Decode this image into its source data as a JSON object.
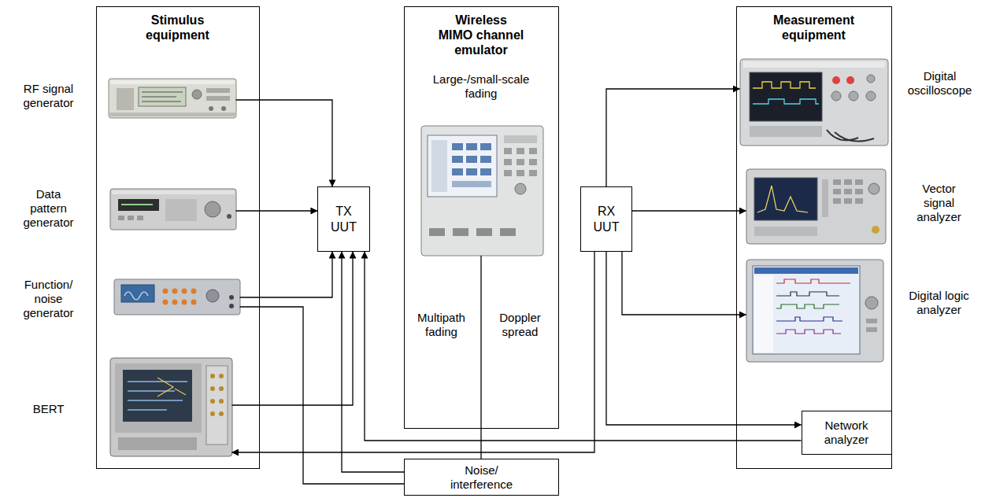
{
  "diagram": {
    "nodes": [
      {
        "text": [
          "Stimulus equipment"
        ]
      },
      {
        "text": [
          "RF signal generator"
        ],
        "in": 0
      },
      {
        "text": [
          "Data pattern generator"
        ],
        "in": 0
      },
      {
        "text": [
          "Function/ noise generator"
        ],
        "in": 0
      },
      {
        "text": [
          "BERT"
        ],
        "in": 0
      },
      {
        "text": [
          "TX UUT"
        ]
      },
      {
        "text": [
          "Wireless MIMO channel emulator",
          "Large-/small-scale fading",
          "Multipath fading",
          "Doppler spread"
        ]
      },
      {
        "text": [
          "RX UUT"
        ]
      },
      {
        "text": [
          "Measurement equipment"
        ]
      },
      {
        "text": [
          "Digital oscilloscope"
        ],
        "in": 8
      },
      {
        "text": [
          "Vector signal analyzer"
        ],
        "in": 8
      },
      {
        "text": [
          "Digital logic analyzer"
        ],
        "in": 8
      },
      {
        "text": [
          "Network analyzer"
        ],
        "in": 8
      },
      {
        "text": [
          "Noise/ interference"
        ]
      }
    ],
    "edges": [
      {
        "from": 1,
        "to": 5,
        "arrow": "to"
      },
      {
        "from": 2,
        "to": 5,
        "arrow": "to"
      },
      {
        "from": 3,
        "to": 5,
        "arrow": "to"
      },
      {
        "from": 3,
        "to": 13,
        "arrow": "none"
      },
      {
        "from": 4,
        "to": 5,
        "arrow": "to"
      },
      {
        "from": 13,
        "to": 5,
        "arrow": "to"
      },
      {
        "from": 12,
        "to": 5,
        "arrow": "to"
      },
      {
        "from": 7,
        "to": 4,
        "arrow": "to"
      },
      {
        "from": 7,
        "to": 9,
        "arrow": "to"
      },
      {
        "from": 7,
        "to": 10,
        "arrow": "to"
      },
      {
        "from": 7,
        "to": 11,
        "arrow": "to"
      },
      {
        "from": 7,
        "to": 12,
        "arrow": "to"
      },
      {
        "from": 6,
        "to": 13,
        "arrow": "none"
      }
    ]
  }
}
